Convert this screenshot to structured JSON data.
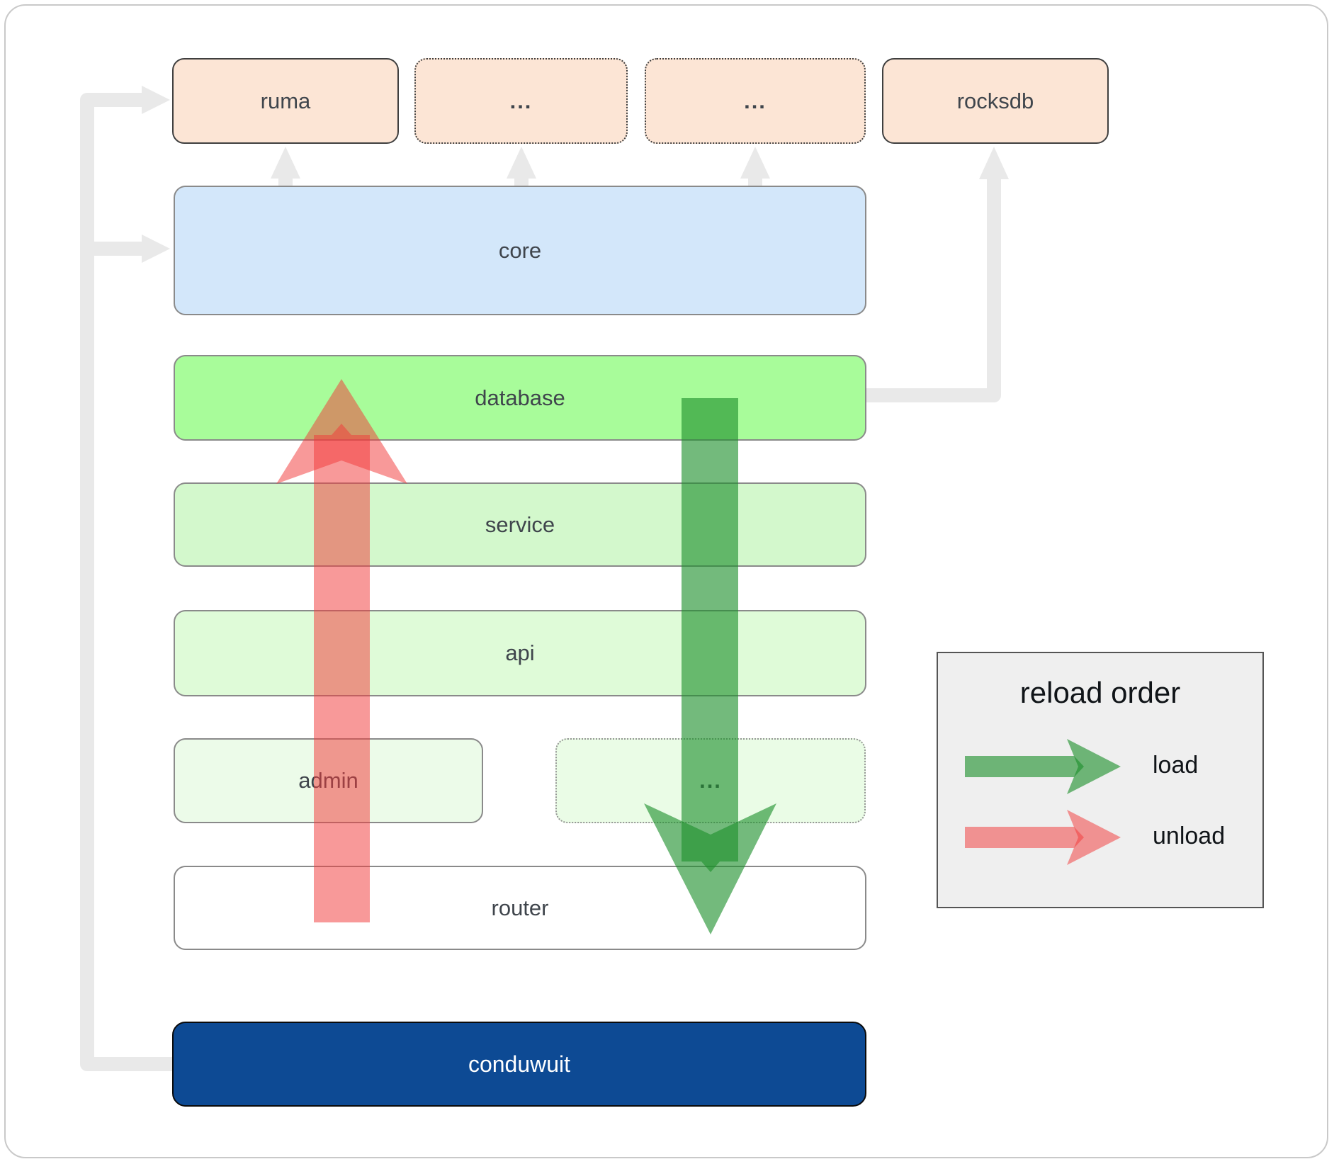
{
  "diagram": {
    "top_row": [
      {
        "id": "ruma",
        "label": "ruma",
        "border": "solid"
      },
      {
        "id": "crate-etc-1",
        "label": "...",
        "border": "dotted"
      },
      {
        "id": "crate-etc-2",
        "label": "...",
        "border": "dotted"
      },
      {
        "id": "rocksdb",
        "label": "rocksdb",
        "border": "solid"
      }
    ],
    "layers": [
      {
        "id": "core",
        "label": "core"
      },
      {
        "id": "database",
        "label": "database"
      },
      {
        "id": "service",
        "label": "service"
      },
      {
        "id": "api",
        "label": "api"
      },
      {
        "id": "admin",
        "label": "admin"
      },
      {
        "id": "admin-etc",
        "label": "..."
      },
      {
        "id": "router",
        "label": "router"
      },
      {
        "id": "conduwuit",
        "label": "conduwuit"
      }
    ]
  },
  "legend": {
    "title": "reload order",
    "items": [
      {
        "label": "load"
      },
      {
        "label": "unload"
      }
    ]
  },
  "colors": {
    "node_top_fill": "#fce5d5",
    "core_fill": "#d3e7fa",
    "database_fill": "#a8fc9a",
    "service_fill": "#d3f8cc",
    "api_fill": "#dffbd8",
    "admin_fill": "#ecfbe9",
    "admin_etc_fill": "#eafce6",
    "router_fill": "#ffffff",
    "conduwuit_fill": "#0d4a94",
    "conduwuit_text": "#ffffff",
    "label_text": "#3f454c",
    "connector": "#e9e9e9",
    "load_arrow": "#1d8f2c",
    "unload_arrow": "#f23c3c",
    "legend_bg": "#efefef",
    "legend_border": "#555555"
  }
}
